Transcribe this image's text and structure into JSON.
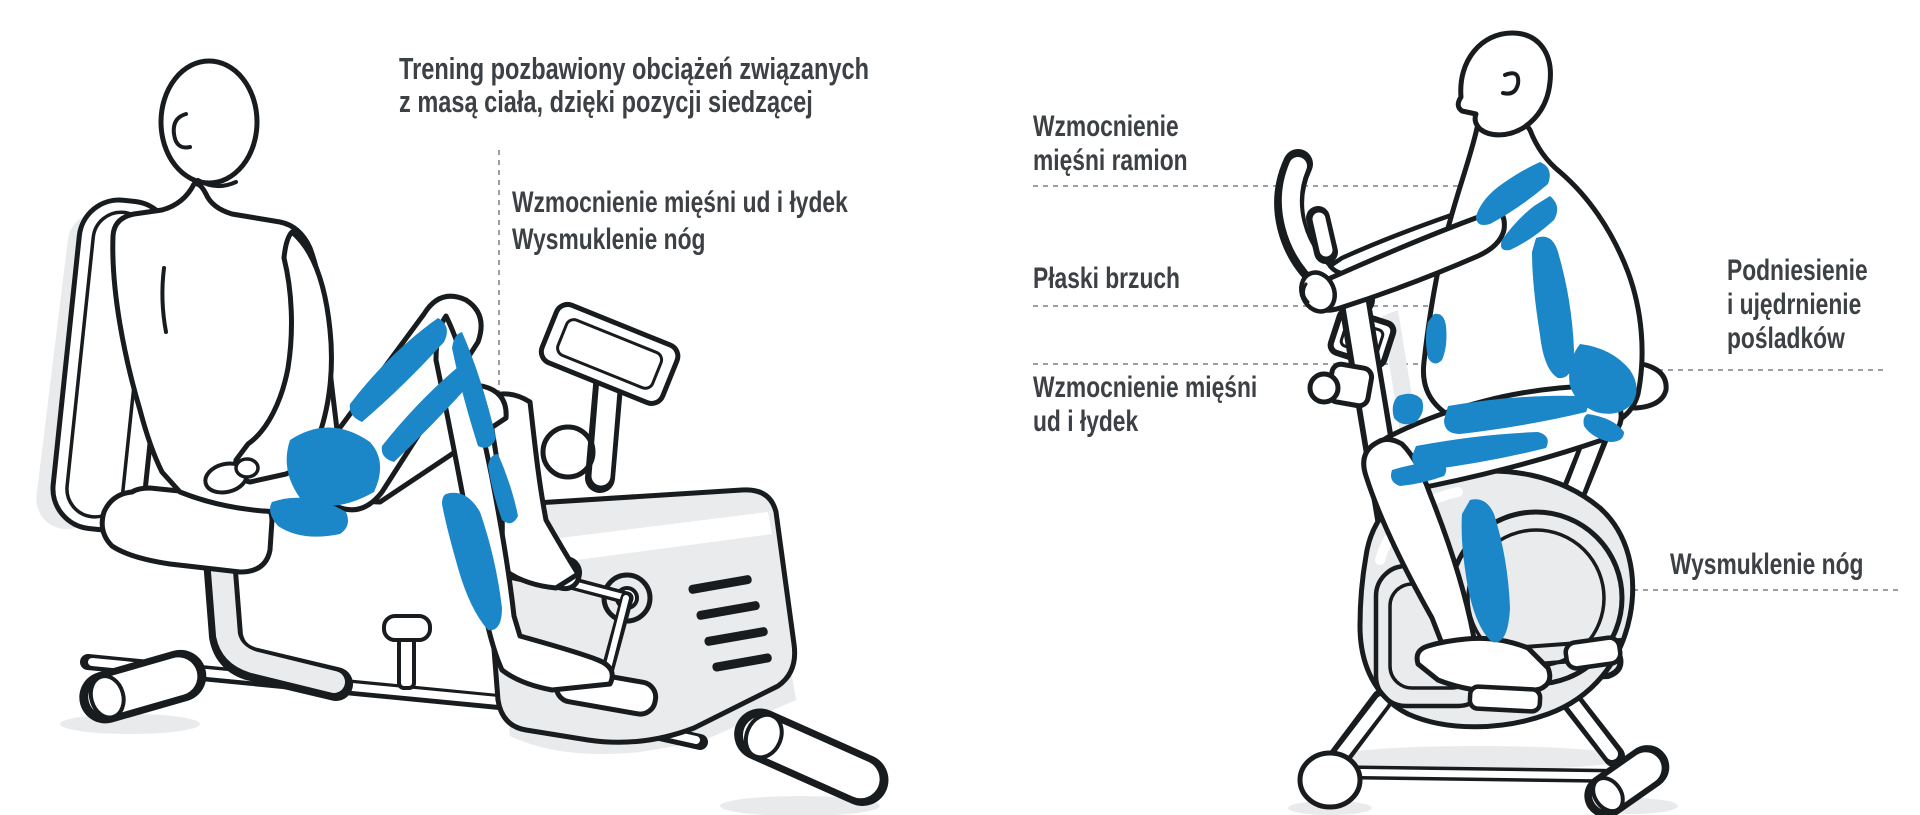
{
  "recumbent": {
    "title": [
      "Trening pozbawiony obciążeń związanych",
      "z masą ciała, dzięki pozycji siedzącej"
    ],
    "benefit": [
      "Wzmocnienie mięśni ud i łydek",
      "Wysmuklenie nóg"
    ]
  },
  "upright": {
    "arms": [
      "Wzmocnienie",
      "mięśni ramion"
    ],
    "belly": "Płaski brzuch",
    "thighs": [
      "Wzmocnienie mięśni",
      "ud i łydek"
    ],
    "glutes": [
      "Podniesienie",
      "i ujędrnienie",
      "pośladków"
    ],
    "legs": "Wysmuklenie nóg"
  },
  "colors": {
    "muscle": "#1b86c8",
    "outline": "#191c1f",
    "machine": "#e9ebec",
    "shadow": "#e8eaec",
    "text": "#3d4044",
    "dash": "#9a9da1"
  }
}
